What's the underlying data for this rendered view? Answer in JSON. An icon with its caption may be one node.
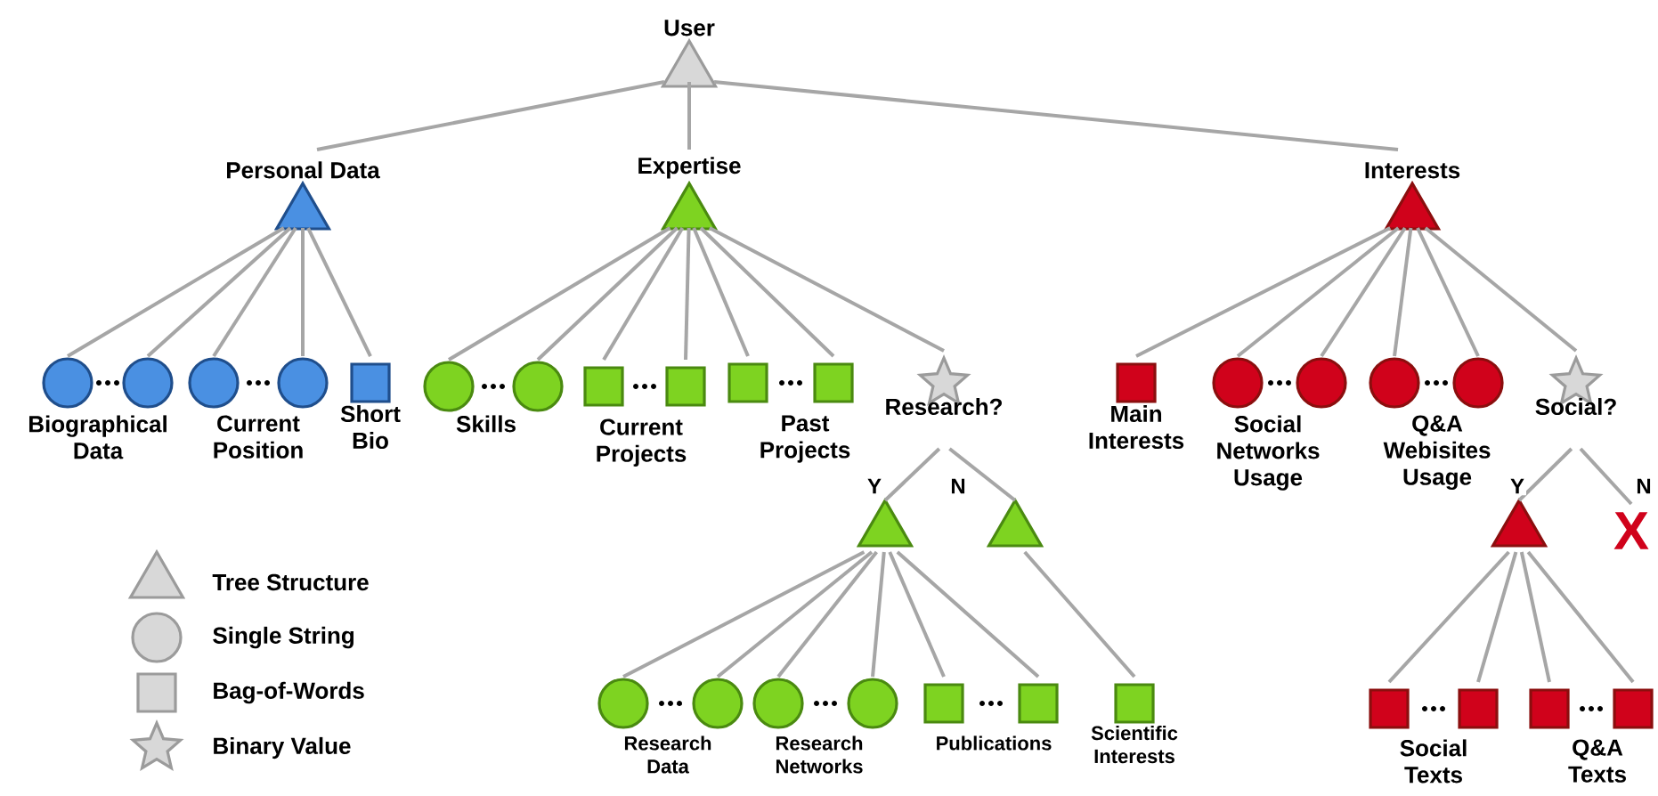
{
  "diagram": {
    "nodes": [
      {
        "text": [
          "User"
        ]
      },
      {
        "text": [
          "Personal Data"
        ]
      },
      {
        "text": [
          "Expertise"
        ]
      },
      {
        "text": [
          "Interests"
        ]
      },
      {
        "text": [],
        "shape": "circle"
      },
      {
        "text": [],
        "shape": "circle"
      },
      {
        "text": [],
        "shape": "circle"
      },
      {
        "text": [],
        "shape": "circle"
      },
      {
        "text": [
          "Short Bio"
        ]
      },
      {
        "text": [],
        "shape": "circle"
      },
      {
        "text": [],
        "shape": "circle"
      },
      {
        "text": [],
        "shape": "box"
      },
      {
        "text": [],
        "shape": "box"
      },
      {
        "text": [],
        "shape": "box"
      },
      {
        "text": [],
        "shape": "box"
      },
      {
        "text": [
          "Research?"
        ]
      },
      {
        "text": [
          "Main Interests"
        ]
      },
      {
        "text": [],
        "shape": "circle"
      },
      {
        "text": [],
        "shape": "circle"
      },
      {
        "text": [],
        "shape": "circle"
      },
      {
        "text": [],
        "shape": "circle"
      },
      {
        "text": [
          "Social?"
        ]
      },
      {
        "text": [],
        "shape": "triangle"
      },
      {
        "text": [],
        "shape": "triangle"
      },
      {
        "text": [],
        "shape": "circle"
      },
      {
        "text": [],
        "shape": "circle"
      },
      {
        "text": [],
        "shape": "circle"
      },
      {
        "text": [],
        "shape": "circle"
      },
      {
        "text": [],
        "shape": "box"
      },
      {
        "text": [],
        "shape": "box"
      },
      {
        "text": [
          "Scientific Interests"
        ]
      },
      {
        "text": [],
        "shape": "triangle"
      },
      {
        "text": [
          "X"
        ]
      },
      {
        "text": [],
        "shape": "box"
      },
      {
        "text": [],
        "shape": "box"
      },
      {
        "text": [],
        "shape": "box"
      },
      {
        "text": [],
        "shape": "box"
      }
    ],
    "edges": [
      {
        "from": 0,
        "to": 1,
        "arrow": "none"
      },
      {
        "from": 0,
        "to": 2,
        "arrow": "none"
      },
      {
        "from": 0,
        "to": 3,
        "arrow": "none"
      },
      {
        "from": 1,
        "to": 4,
        "arrow": "none"
      },
      {
        "from": 1,
        "to": 5,
        "arrow": "none"
      },
      {
        "from": 1,
        "to": 6,
        "arrow": "none"
      },
      {
        "from": 1,
        "to": 7,
        "arrow": "none"
      },
      {
        "from": 1,
        "to": 8,
        "arrow": "none"
      },
      {
        "from": 2,
        "to": 9,
        "arrow": "none"
      },
      {
        "from": 2,
        "to": 10,
        "arrow": "none"
      },
      {
        "from": 2,
        "to": 11,
        "arrow": "none"
      },
      {
        "from": 2,
        "to": 12,
        "arrow": "none"
      },
      {
        "from": 2,
        "to": 13,
        "arrow": "none"
      },
      {
        "from": 2,
        "to": 14,
        "arrow": "none"
      },
      {
        "from": 2,
        "to": 15,
        "arrow": "none"
      },
      {
        "from": 3,
        "to": 16,
        "arrow": "none"
      },
      {
        "from": 3,
        "to": 17,
        "arrow": "none"
      },
      {
        "from": 3,
        "to": 18,
        "arrow": "none"
      },
      {
        "from": 3,
        "to": 19,
        "arrow": "none"
      },
      {
        "from": 3,
        "to": 20,
        "arrow": "none"
      },
      {
        "from": 3,
        "to": 21,
        "arrow": "none"
      },
      {
        "from": 15,
        "to": 22,
        "arrow": "none",
        "label": "Y"
      },
      {
        "from": 15,
        "to": 23,
        "arrow": "none",
        "label": "N"
      },
      {
        "from": 22,
        "to": 24,
        "arrow": "none"
      },
      {
        "from": 22,
        "to": 25,
        "arrow": "none"
      },
      {
        "from": 22,
        "to": 26,
        "arrow": "none"
      },
      {
        "from": 22,
        "to": 27,
        "arrow": "none"
      },
      {
        "from": 22,
        "to": 28,
        "arrow": "none"
      },
      {
        "from": 22,
        "to": 29,
        "arrow": "none"
      },
      {
        "from": 23,
        "to": 30,
        "arrow": "none"
      },
      {
        "from": 21,
        "to": 31,
        "arrow": "none",
        "label": "Y"
      },
      {
        "from": 21,
        "to": 32,
        "arrow": "none",
        "label": "N"
      },
      {
        "from": 31,
        "to": 33,
        "arrow": "none"
      },
      {
        "from": 31,
        "to": 34,
        "arrow": "none"
      },
      {
        "from": 31,
        "to": 35,
        "arrow": "none"
      },
      {
        "from": 31,
        "to": 36,
        "arrow": "none"
      }
    ],
    "labels": [
      "Biographical Data",
      "Current Position",
      "Skills",
      "Current Projects",
      "Past Projects",
      "Social Networks Usage",
      "Q&A Webisites Usage",
      "Research Data",
      "Research Networks",
      "Publications",
      "Social Texts",
      "Q&A Texts"
    ],
    "legend": [
      {
        "text": "Tree Structure"
      },
      {
        "text": "Single String"
      },
      {
        "text": "Bag-of-Words"
      },
      {
        "text": "Binary Value"
      }
    ]
  }
}
